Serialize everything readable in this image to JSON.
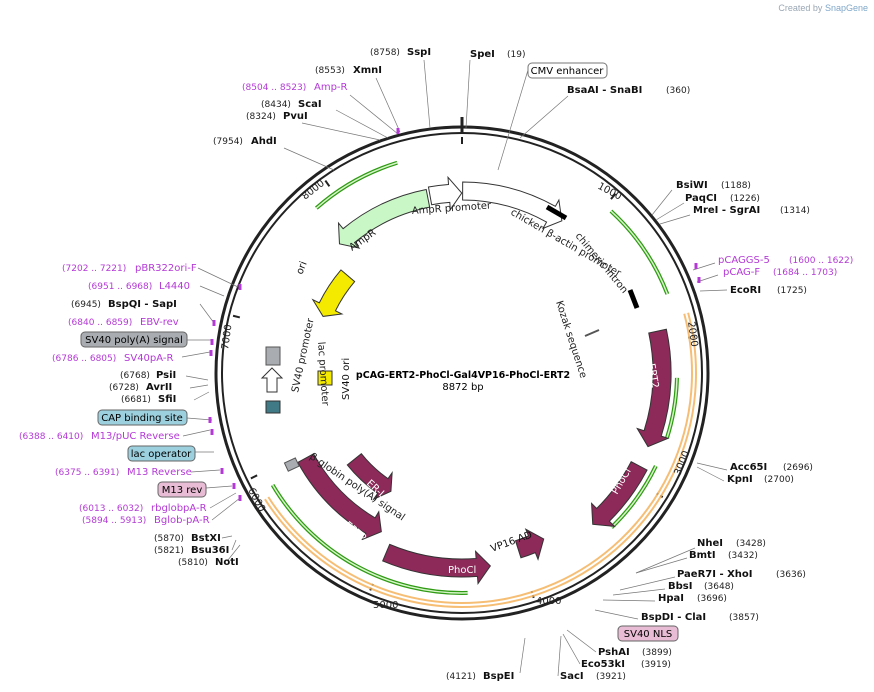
{
  "watermark": {
    "prefix": "Created by",
    "brand": "SnapGene"
  },
  "plasmid": {
    "name": "pCAG-ERT2-PhoCl-Gal4VP16-PhoCl-ERT2",
    "size_label": "8872 bp",
    "length": 8872
  },
  "colors": {
    "backbone": "#222222",
    "feature": "#8d2a5a",
    "green_arrow": "#2f9a13",
    "orange_band": "#f4b35c",
    "light_green": "#c9f7c6",
    "yellow": "#f3ea00",
    "purple": "#b43ad6",
    "grey_box": "#a9adb1",
    "teal_box": "#9cd0de",
    "pink_box": "#e8bcd4"
  },
  "tick_labels": [
    "1000",
    "2000",
    "3000",
    "4000",
    "5000",
    "6000",
    "7000",
    "8000"
  ],
  "sites": [
    {
      "name": "SpeI",
      "pos": "(19)"
    },
    {
      "name": "BsaAI - SnaBI",
      "pos": "(360)"
    },
    {
      "name": "BsiWI",
      "pos": "(1188)"
    },
    {
      "name": "PaqCI",
      "pos": "(1226)"
    },
    {
      "name": "MreI - SgrAI",
      "pos": "(1314)"
    },
    {
      "name": "EcoRI",
      "pos": "(1725)"
    },
    {
      "name": "Acc65I",
      "pos": "(2696)"
    },
    {
      "name": "KpnI",
      "pos": "(2700)"
    },
    {
      "name": "NheI",
      "pos": "(3428)"
    },
    {
      "name": "BmtI",
      "pos": "(3432)"
    },
    {
      "name": "PaeR7I - XhoI",
      "pos": "(3636)"
    },
    {
      "name": "BbsI",
      "pos": "(3648)"
    },
    {
      "name": "HpaI",
      "pos": "(3696)"
    },
    {
      "name": "BspDI - ClaI",
      "pos": "(3857)"
    },
    {
      "name": "PshAI",
      "pos": "(3899)"
    },
    {
      "name": "Eco53kI",
      "pos": "(3919)"
    },
    {
      "name": "SacI",
      "pos": "(3921)"
    },
    {
      "name": "BspEI",
      "pos": "(4121)"
    },
    {
      "name": "NotI",
      "pos": "(5810)"
    },
    {
      "name": "Bsu36I",
      "pos": "(5821)"
    },
    {
      "name": "BstXI",
      "pos": "(5870)"
    },
    {
      "name": "SfiI",
      "pos": "(6681)"
    },
    {
      "name": "AvrII",
      "pos": "(6728)"
    },
    {
      "name": "PsiI",
      "pos": "(6768)"
    },
    {
      "name": "BspQI - SapI",
      "pos": "(6945)"
    },
    {
      "name": "AhdI",
      "pos": "(7954)"
    },
    {
      "name": "PvuI",
      "pos": "(8324)"
    },
    {
      "name": "ScaI",
      "pos": "(8434)"
    },
    {
      "name": "XmnI",
      "pos": "(8553)"
    },
    {
      "name": "SspI",
      "pos": "(8758)"
    }
  ],
  "primers": [
    {
      "name": "Amp-R",
      "range": "(8504 .. 8523)"
    },
    {
      "name": "pCAGGS-5",
      "range": "(1600 .. 1622)"
    },
    {
      "name": "pCAG-F",
      "range": "(1684 .. 1703)"
    },
    {
      "name": "pBR322ori-F",
      "range": "(7202 .. 7221)"
    },
    {
      "name": "L4440",
      "range": "(6951 .. 6968)"
    },
    {
      "name": "EBV-rev",
      "range": "(6840 .. 6859)"
    },
    {
      "name": "SV40pA-R",
      "range": "(6786 .. 6805)"
    },
    {
      "name": "M13/pUC Reverse",
      "range": "(6388 .. 6410)"
    },
    {
      "name": "M13 Reverse",
      "range": "(6375 .. 6391)"
    },
    {
      "name": "rbglobpA-R",
      "range": "(6013 .. 6032)"
    },
    {
      "name": "Bglob-pA-R",
      "range": "(5894 .. 5913)"
    }
  ],
  "boxed_labels": [
    "CMV enhancer",
    "SV40 poly(A) signal",
    "CAP binding site",
    "lac operator",
    "M13 rev",
    "SV40 NLS"
  ],
  "features": [
    "ERT2",
    "PhoCl",
    "VP16 AD",
    "PhoCl",
    "ERT2",
    "ER-LBD",
    "AmpR",
    "ori",
    "SV40 ori"
  ],
  "inner_labels": [
    "AmpR promoter",
    "chicken β-actin promoter",
    "chimeric intron",
    "Kozak sequence",
    "AmpR",
    "SV40 promoter",
    "lac promoter",
    "β-globin poly(A) signal",
    "VP16 AD"
  ]
}
